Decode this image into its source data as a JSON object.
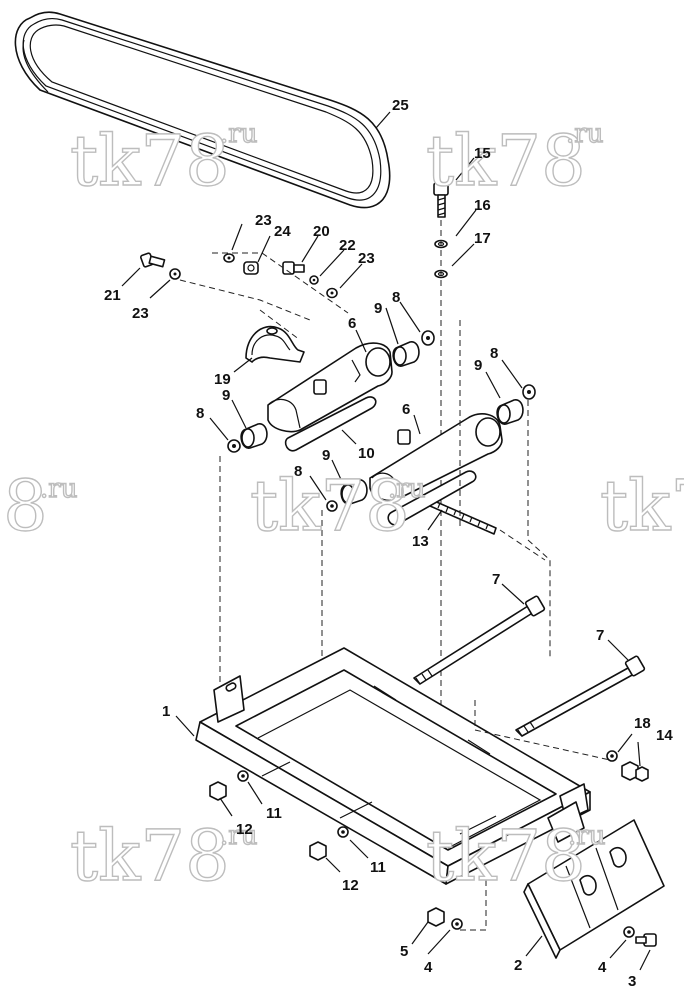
{
  "watermark": {
    "main": "tk78",
    "suffix": ".ru"
  },
  "callouts": [
    "1",
    "2",
    "3",
    "4",
    "4",
    "5",
    "6",
    "6",
    "7",
    "7",
    "8",
    "8",
    "8",
    "8",
    "9",
    "9",
    "9",
    "9",
    "10",
    "11",
    "11",
    "12",
    "12",
    "13",
    "14",
    "15",
    "16",
    "17",
    "18",
    "19",
    "20",
    "21",
    "22",
    "23",
    "23",
    "23",
    "24",
    "25"
  ],
  "parts": [
    {
      "id": "part-1",
      "number": "1"
    },
    {
      "id": "part-2",
      "number": "2"
    },
    {
      "id": "part-3",
      "number": "3"
    },
    {
      "id": "part-4",
      "number": "4"
    },
    {
      "id": "part-5",
      "number": "5"
    },
    {
      "id": "part-6",
      "number": "6"
    },
    {
      "id": "part-7",
      "number": "7"
    },
    {
      "id": "part-8",
      "number": "8"
    },
    {
      "id": "part-9",
      "number": "9"
    },
    {
      "id": "part-10",
      "number": "10"
    },
    {
      "id": "part-11",
      "number": "11"
    },
    {
      "id": "part-12",
      "number": "12"
    },
    {
      "id": "part-13",
      "number": "13"
    },
    {
      "id": "part-14",
      "number": "14"
    },
    {
      "id": "part-15",
      "number": "15"
    },
    {
      "id": "part-16",
      "number": "16"
    },
    {
      "id": "part-17",
      "number": "17"
    },
    {
      "id": "part-18",
      "number": "18"
    },
    {
      "id": "part-19",
      "number": "19"
    },
    {
      "id": "part-20",
      "number": "20"
    },
    {
      "id": "part-21",
      "number": "21"
    },
    {
      "id": "part-22",
      "number": "22"
    },
    {
      "id": "part-23",
      "number": "23"
    },
    {
      "id": "part-24",
      "number": "24"
    },
    {
      "id": "part-25",
      "number": "25"
    }
  ]
}
